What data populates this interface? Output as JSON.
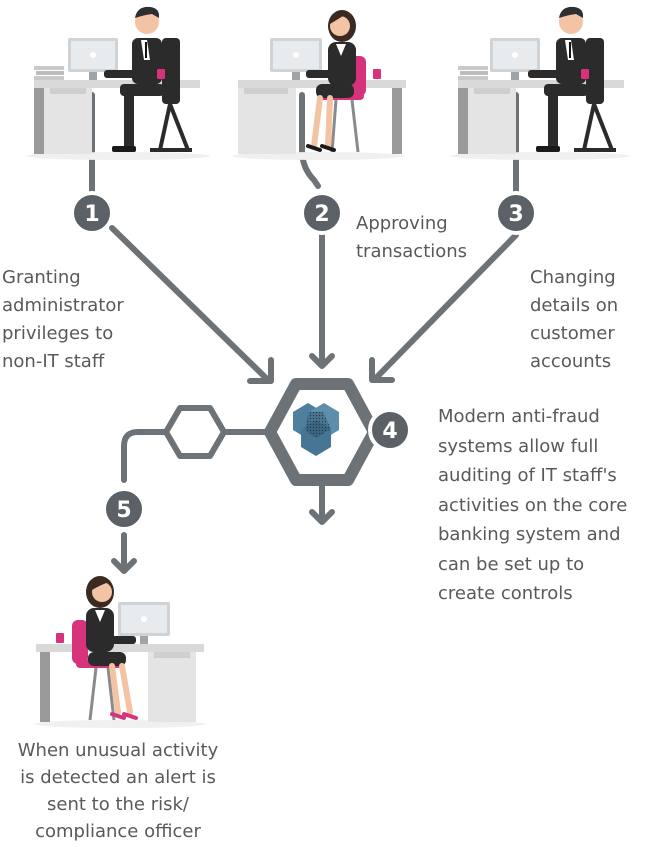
{
  "steps": [
    {
      "number": "1",
      "text": "Granting\nadministrator\nprivileges to\nnon-IT staff"
    },
    {
      "number": "2",
      "text": "Approving\ntransactions"
    },
    {
      "number": "3",
      "text": "Changing\ndetails on\ncustomer\naccounts"
    },
    {
      "number": "4",
      "text": "Modern anti-fraud\nsystems allow full\nauditing of IT staff's\nactivities on the core\nbanking system and\ncan be set up to\ncreate controls"
    },
    {
      "number": "5",
      "text": "When unusual activity\nis detected an alert is\nsent to the risk/\ncompliance officer"
    }
  ],
  "colors": {
    "connector": "#6d7277",
    "badge": "#5b6166",
    "hub_logo": "#4e7f9d",
    "accent_pink": "#d6337c",
    "desk": "#e4e4e4",
    "suit": "#2b2b2b"
  }
}
